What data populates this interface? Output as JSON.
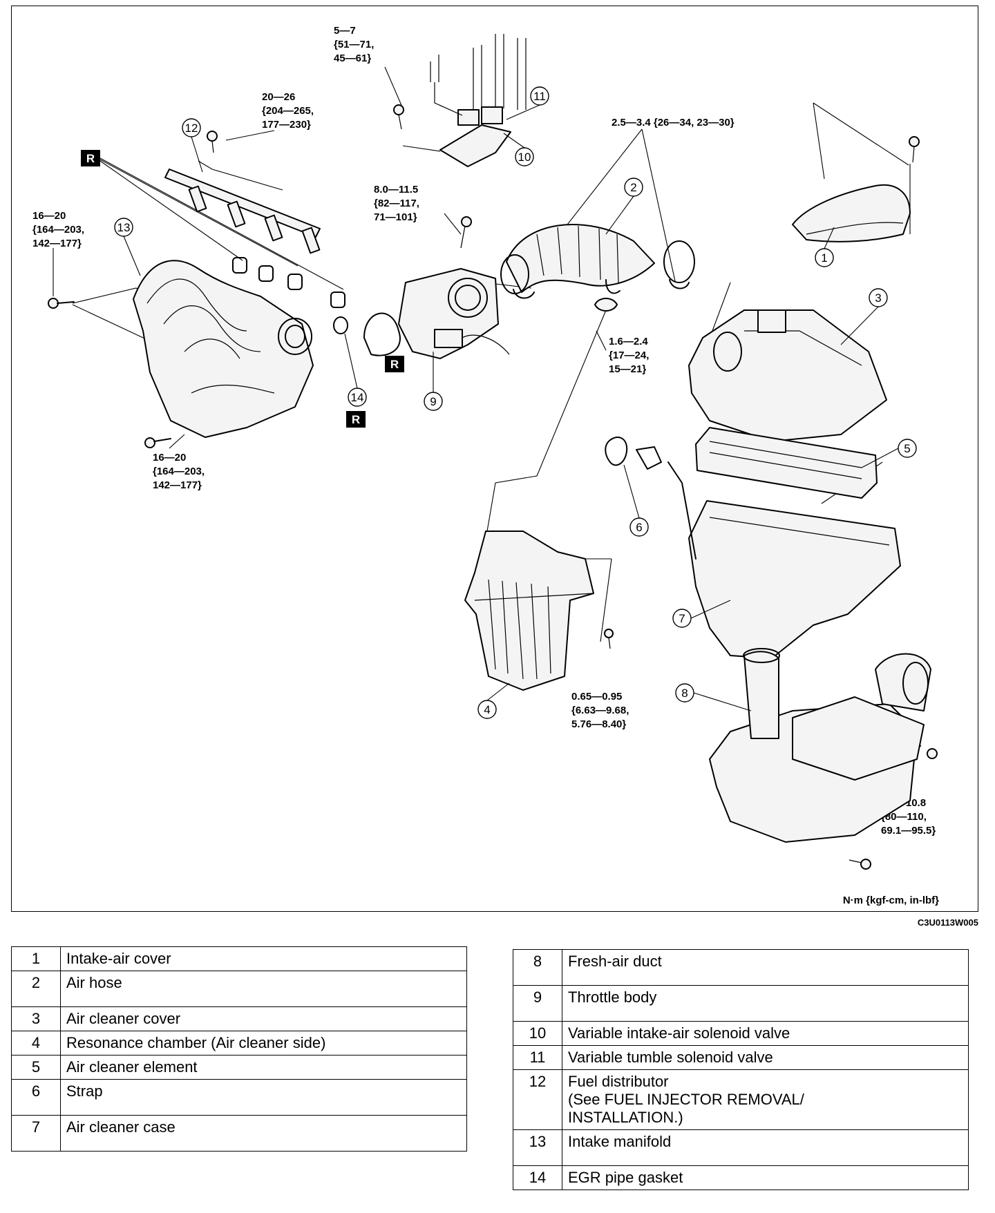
{
  "torque_specs": {
    "solenoid_bolt": [
      "5—7",
      "{51—71,",
      "45—61}"
    ],
    "fuel_distributor_bolt": [
      "20—26",
      "{204—265,",
      "177—230}"
    ],
    "intake_manifold_bolt_upper": [
      "16—20",
      "{164—203,",
      "142—177}"
    ],
    "intake_manifold_bolt_lower": [
      "16—20",
      "{164—203,",
      "142—177}"
    ],
    "throttle_body_bolt": [
      "8.0—11.5",
      "{82—117,",
      "71—101}"
    ],
    "air_hose_clamp": [
      "2.5—3.4 {26—34, 23—30}"
    ],
    "resonance_clamp": [
      "1.6—2.4",
      "{17—24,",
      "15—21}"
    ],
    "resonance_chamber_screw": [
      "0.65—0.95",
      "{6.63—9.68,",
      "5.76—8.40}"
    ],
    "fresh_air_duct_bolt": [
      "7.8—10.8",
      "{80—110,",
      "69.1—95.5}"
    ]
  },
  "replace_marker": "R",
  "callouts": [
    "1",
    "2",
    "3",
    "4",
    "5",
    "6",
    "7",
    "8",
    "9",
    "10",
    "11",
    "12",
    "13",
    "14"
  ],
  "units_note": "N·m {kgf-cm, in-lbf}",
  "figure_code": "C3U0113W005",
  "parts_left": [
    {
      "num": "1",
      "name": [
        "Intake-air cover"
      ]
    },
    {
      "num": "2",
      "name": [
        "Air hose"
      ]
    },
    {
      "num": "3",
      "name": [
        "Air cleaner cover"
      ]
    },
    {
      "num": "4",
      "name": [
        "Resonance chamber (Air cleaner side)"
      ]
    },
    {
      "num": "5",
      "name": [
        "Air cleaner element"
      ]
    },
    {
      "num": "6",
      "name": [
        "Strap"
      ]
    },
    {
      "num": "7",
      "name": [
        "Air cleaner case"
      ]
    }
  ],
  "parts_right": [
    {
      "num": "8",
      "name": [
        "Fresh-air duct"
      ]
    },
    {
      "num": "9",
      "name": [
        "Throttle body"
      ]
    },
    {
      "num": "10",
      "name": [
        "Variable intake-air solenoid valve"
      ]
    },
    {
      "num": "11",
      "name": [
        "Variable tumble solenoid valve"
      ]
    },
    {
      "num": "12",
      "name": [
        "Fuel distributor",
        "(See FUEL INJECTOR REMOVAL/",
        "INSTALLATION.)"
      ]
    },
    {
      "num": "13",
      "name": [
        "Intake manifold"
      ]
    },
    {
      "num": "14",
      "name": [
        "EGR pipe gasket"
      ]
    }
  ]
}
